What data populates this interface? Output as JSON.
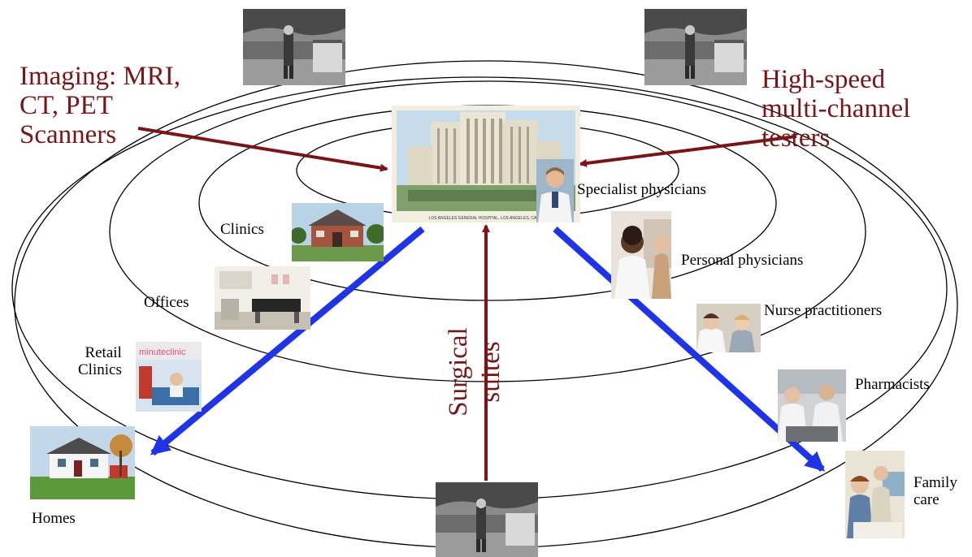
{
  "callouts": {
    "imaging": [
      "Imaging: MRI,",
      "CT, PET",
      "Scanners"
    ],
    "testers": [
      "High-speed",
      "multi-channel",
      "testers"
    ],
    "surgical": [
      "Surgical",
      "suites"
    ]
  },
  "labels": {
    "specialist": "Specialist physicians",
    "clinics": "Clinics",
    "personal": "Personal physicians",
    "offices": "Offices",
    "nurse": "Nurse practitioners",
    "retail_line1": "Retail",
    "retail_line2": "Clinics",
    "pharmacists": "Pharmacists",
    "homes": "Homes",
    "family_line1": "Family",
    "family_line2": "care"
  },
  "images": {
    "hospital_caption": "LOS ANGELES GENERAL HOSPITAL, LOS ANGELES, CALIF.",
    "retail_sign": "minuteclinic"
  },
  "colors": {
    "callout_text": "#7b1416",
    "dark_red_arrow": "#7b1416",
    "blue_arrow": "#1f34e6",
    "ring": "#000000"
  }
}
